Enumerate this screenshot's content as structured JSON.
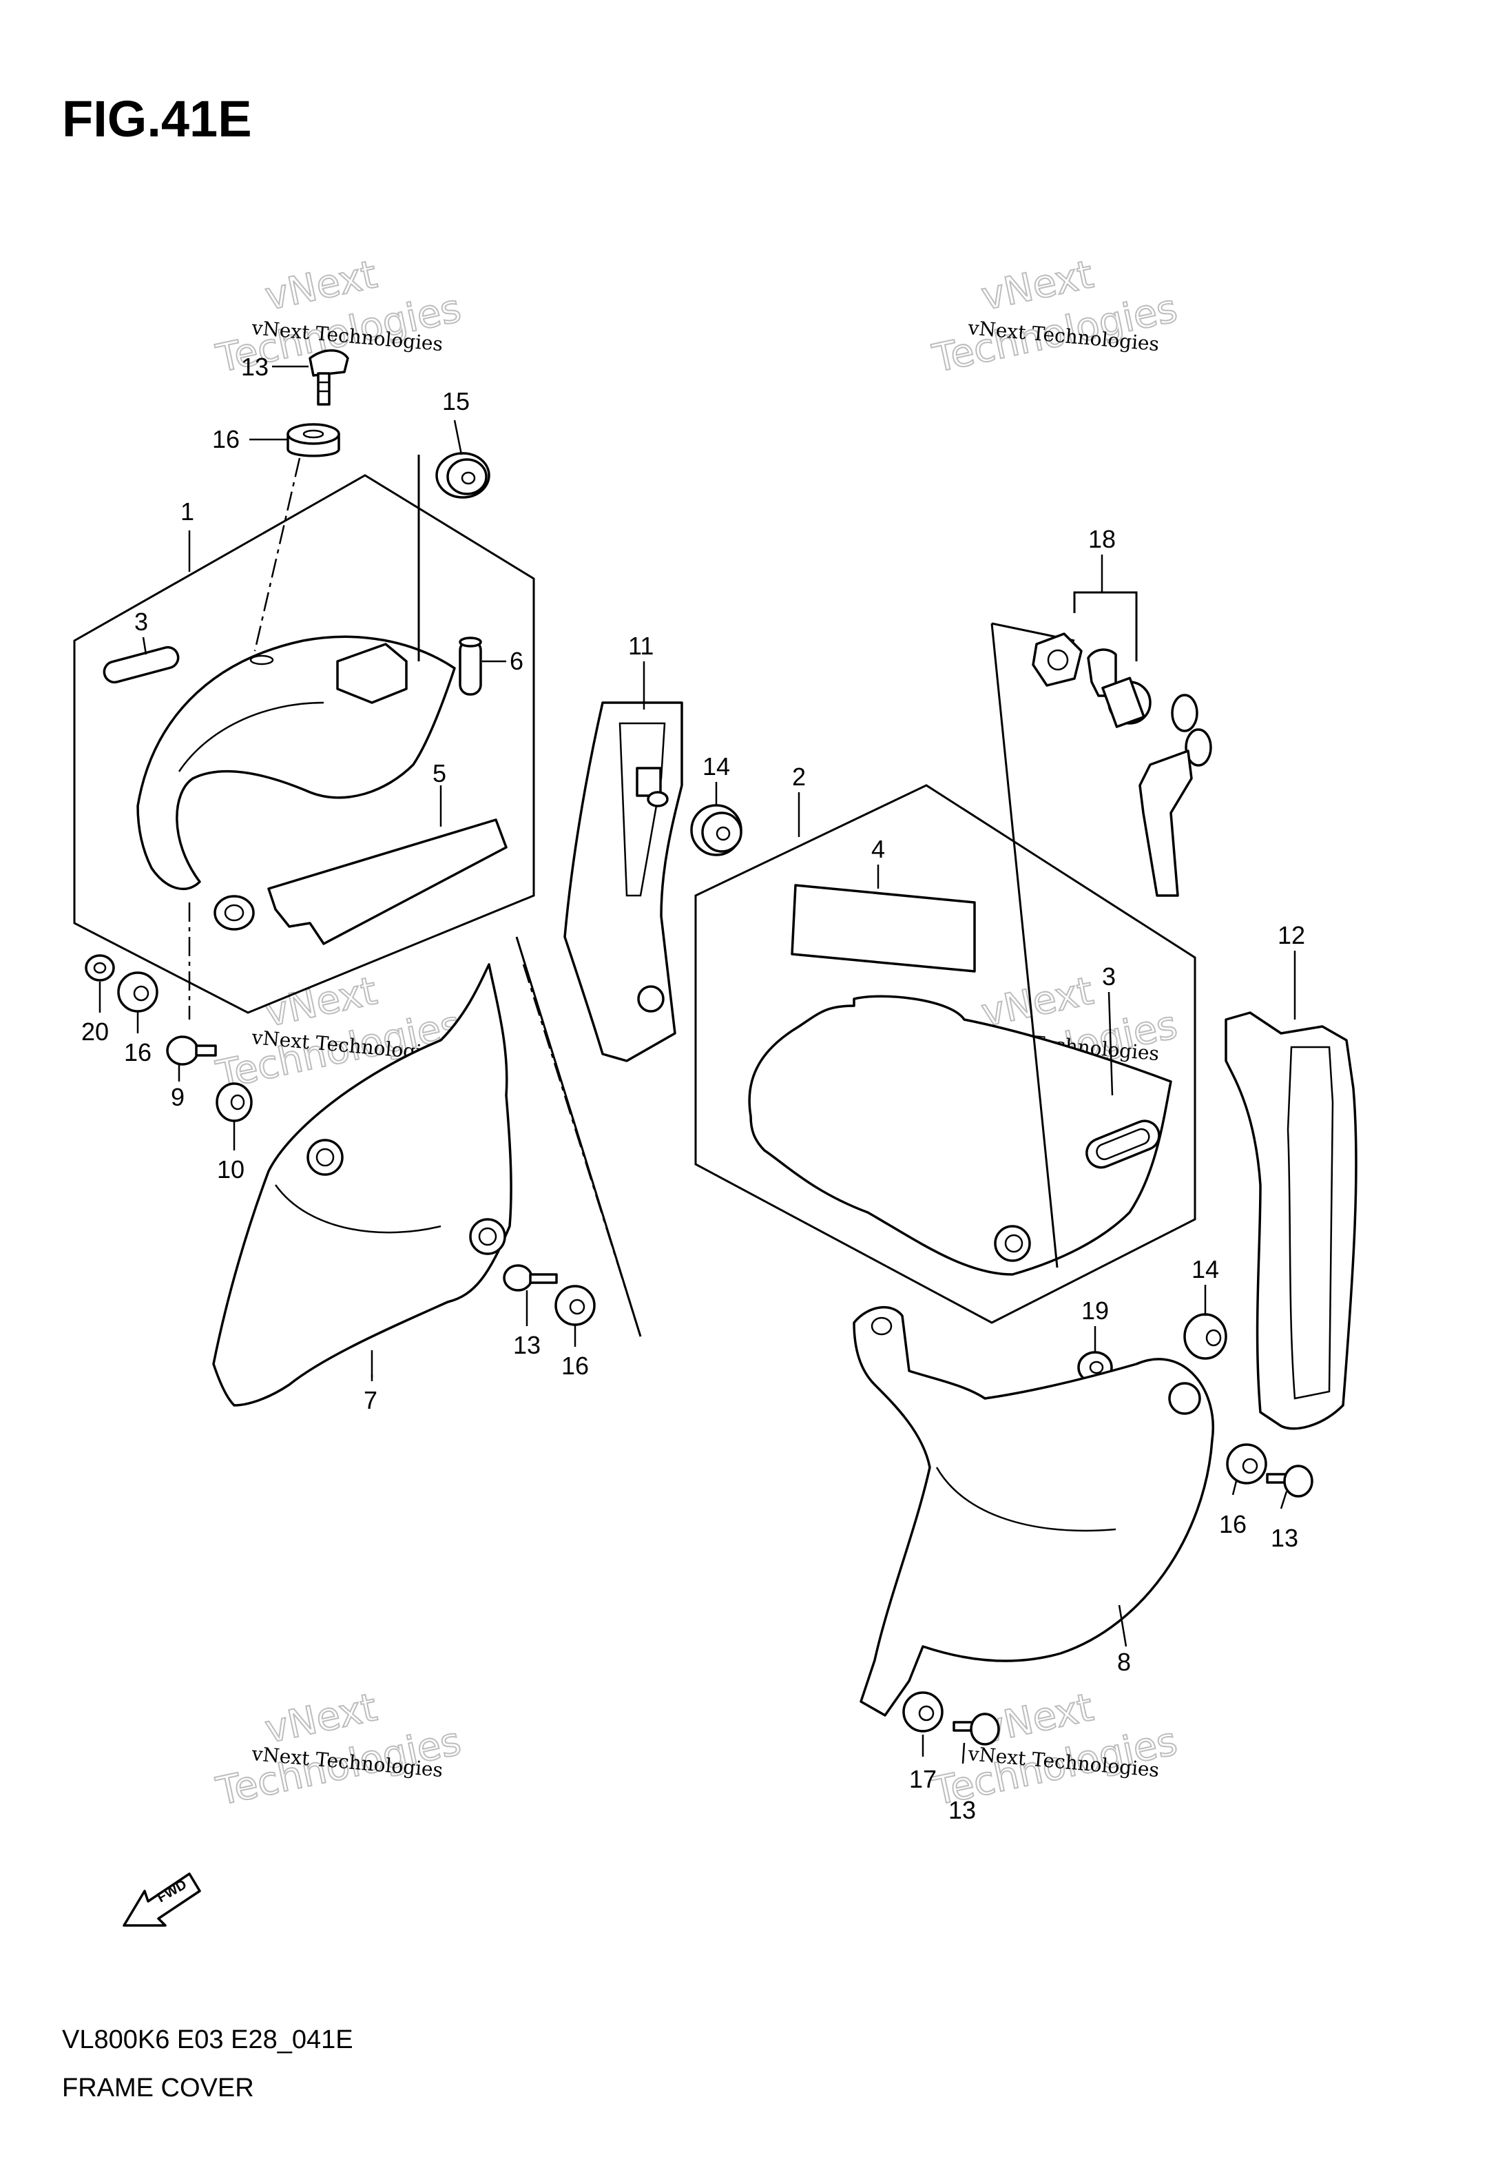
{
  "figure": {
    "title": "FIG.41E",
    "code": "VL800K6 E03 E28_041E",
    "name": "FRAME COVER"
  },
  "watermark": {
    "line1": "vNext",
    "line2": "Technologies",
    "full": "vNext Technologies"
  },
  "fwd_label": "FWD",
  "callouts": {
    "c1": "1",
    "c2": "2",
    "c3a": "3",
    "c3b": "3",
    "c4": "4",
    "c5": "5",
    "c6": "6",
    "c7": "7",
    "c8": "8",
    "c9": "9",
    "c10": "10",
    "c11": "11",
    "c12": "12",
    "c13a": "13",
    "c13b": "13",
    "c13c": "13",
    "c13d": "13",
    "c14a": "14",
    "c14b": "14",
    "c15": "15",
    "c16a": "16",
    "c16b": "16",
    "c16c": "16",
    "c16d": "16",
    "c17": "17",
    "c18": "18",
    "c19": "19",
    "c20": "20"
  }
}
